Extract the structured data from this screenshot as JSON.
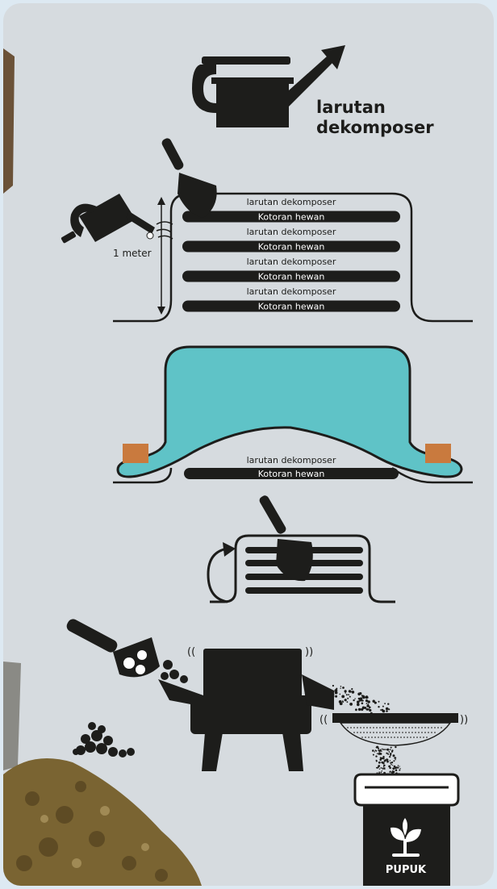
{
  "colors": {
    "frame": "#dde9f2",
    "panel": "#d6dbdf",
    "ink": "#1d1d1b",
    "cover": "#5fc3c7",
    "brick": "#c97a3e",
    "soil": "#7a6432"
  },
  "watering_can_label_line1": "larutan",
  "watering_can_label_line2": "dekomposer",
  "height_label": "1 meter",
  "pile_layers": [
    {
      "type": "solution",
      "text": "larutan dekomposer"
    },
    {
      "type": "manure",
      "text": "Kotoran hewan"
    },
    {
      "type": "solution",
      "text": "larutan dekomposer"
    },
    {
      "type": "manure",
      "text": "Kotoran hewan"
    },
    {
      "type": "solution",
      "text": "larutan dekomposer"
    },
    {
      "type": "manure",
      "text": "Kotoran hewan"
    },
    {
      "type": "solution",
      "text": "larutan dekomposer"
    },
    {
      "type": "manure",
      "text": "Kotoran hewan"
    }
  ],
  "covered_layers": [
    {
      "type": "solution",
      "text": "larutan dekomposer"
    },
    {
      "type": "manure",
      "text": "Kotoran hewan"
    }
  ],
  "vibration_mark_left": "((",
  "vibration_mark_right": "))",
  "bag_label": "PUPUK",
  "icons": [
    "watering-can-icon",
    "trowel-icon",
    "rotate-arrow-icon",
    "grinder-machine-icon",
    "sieve-icon",
    "fertilizer-bag-icon",
    "plant-sprout-icon"
  ]
}
